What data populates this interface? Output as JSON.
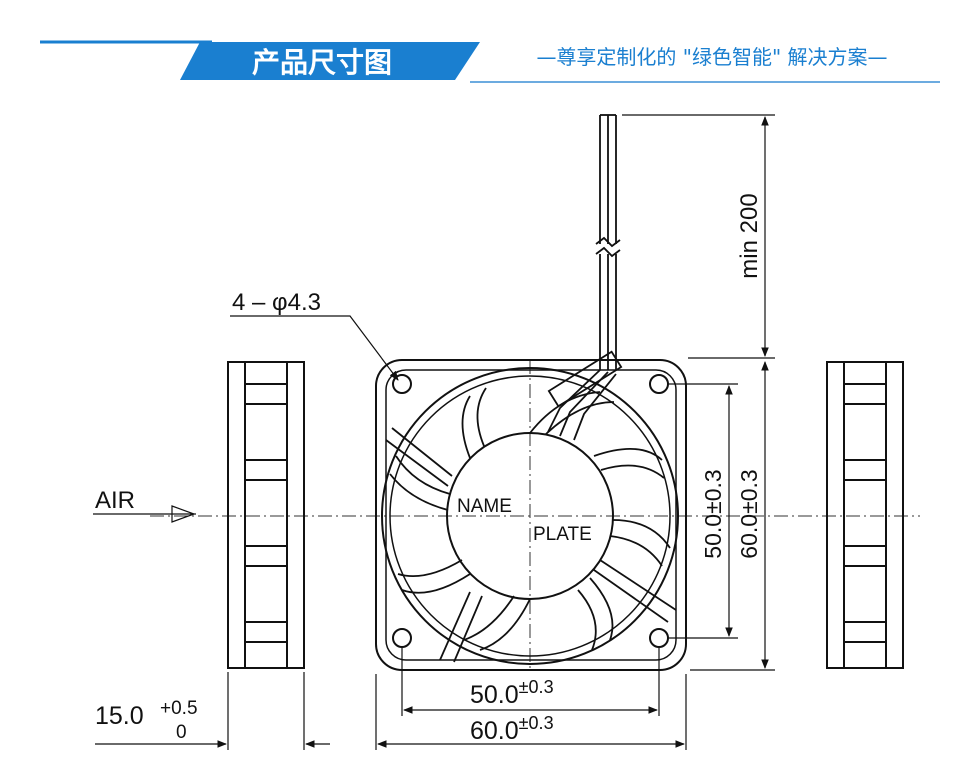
{
  "header": {
    "title": "产品尺寸图",
    "subtitle": "—尊享定制化的 \"绿色智能\" 解决方案—",
    "accent_color": "#1a7fd0",
    "line_color": "#3b8fd6"
  },
  "drawing": {
    "labels": {
      "holes": "4 – φ4.3",
      "air": "AIR",
      "nameplate_line1": "NAME",
      "nameplate_line2": "PLATE"
    },
    "dimensions": {
      "cable_length": "min 200",
      "thickness_value": "15.0",
      "thickness_tol_upper": "+0.5",
      "thickness_tol_lower": "0",
      "hole_pitch_h_value": "50.0",
      "hole_pitch_h_tol": "±0.3",
      "width_value": "60.0",
      "width_tol": "±0.3",
      "hole_pitch_v": "50.0±0.3",
      "height_v": "60.0±0.3"
    }
  }
}
